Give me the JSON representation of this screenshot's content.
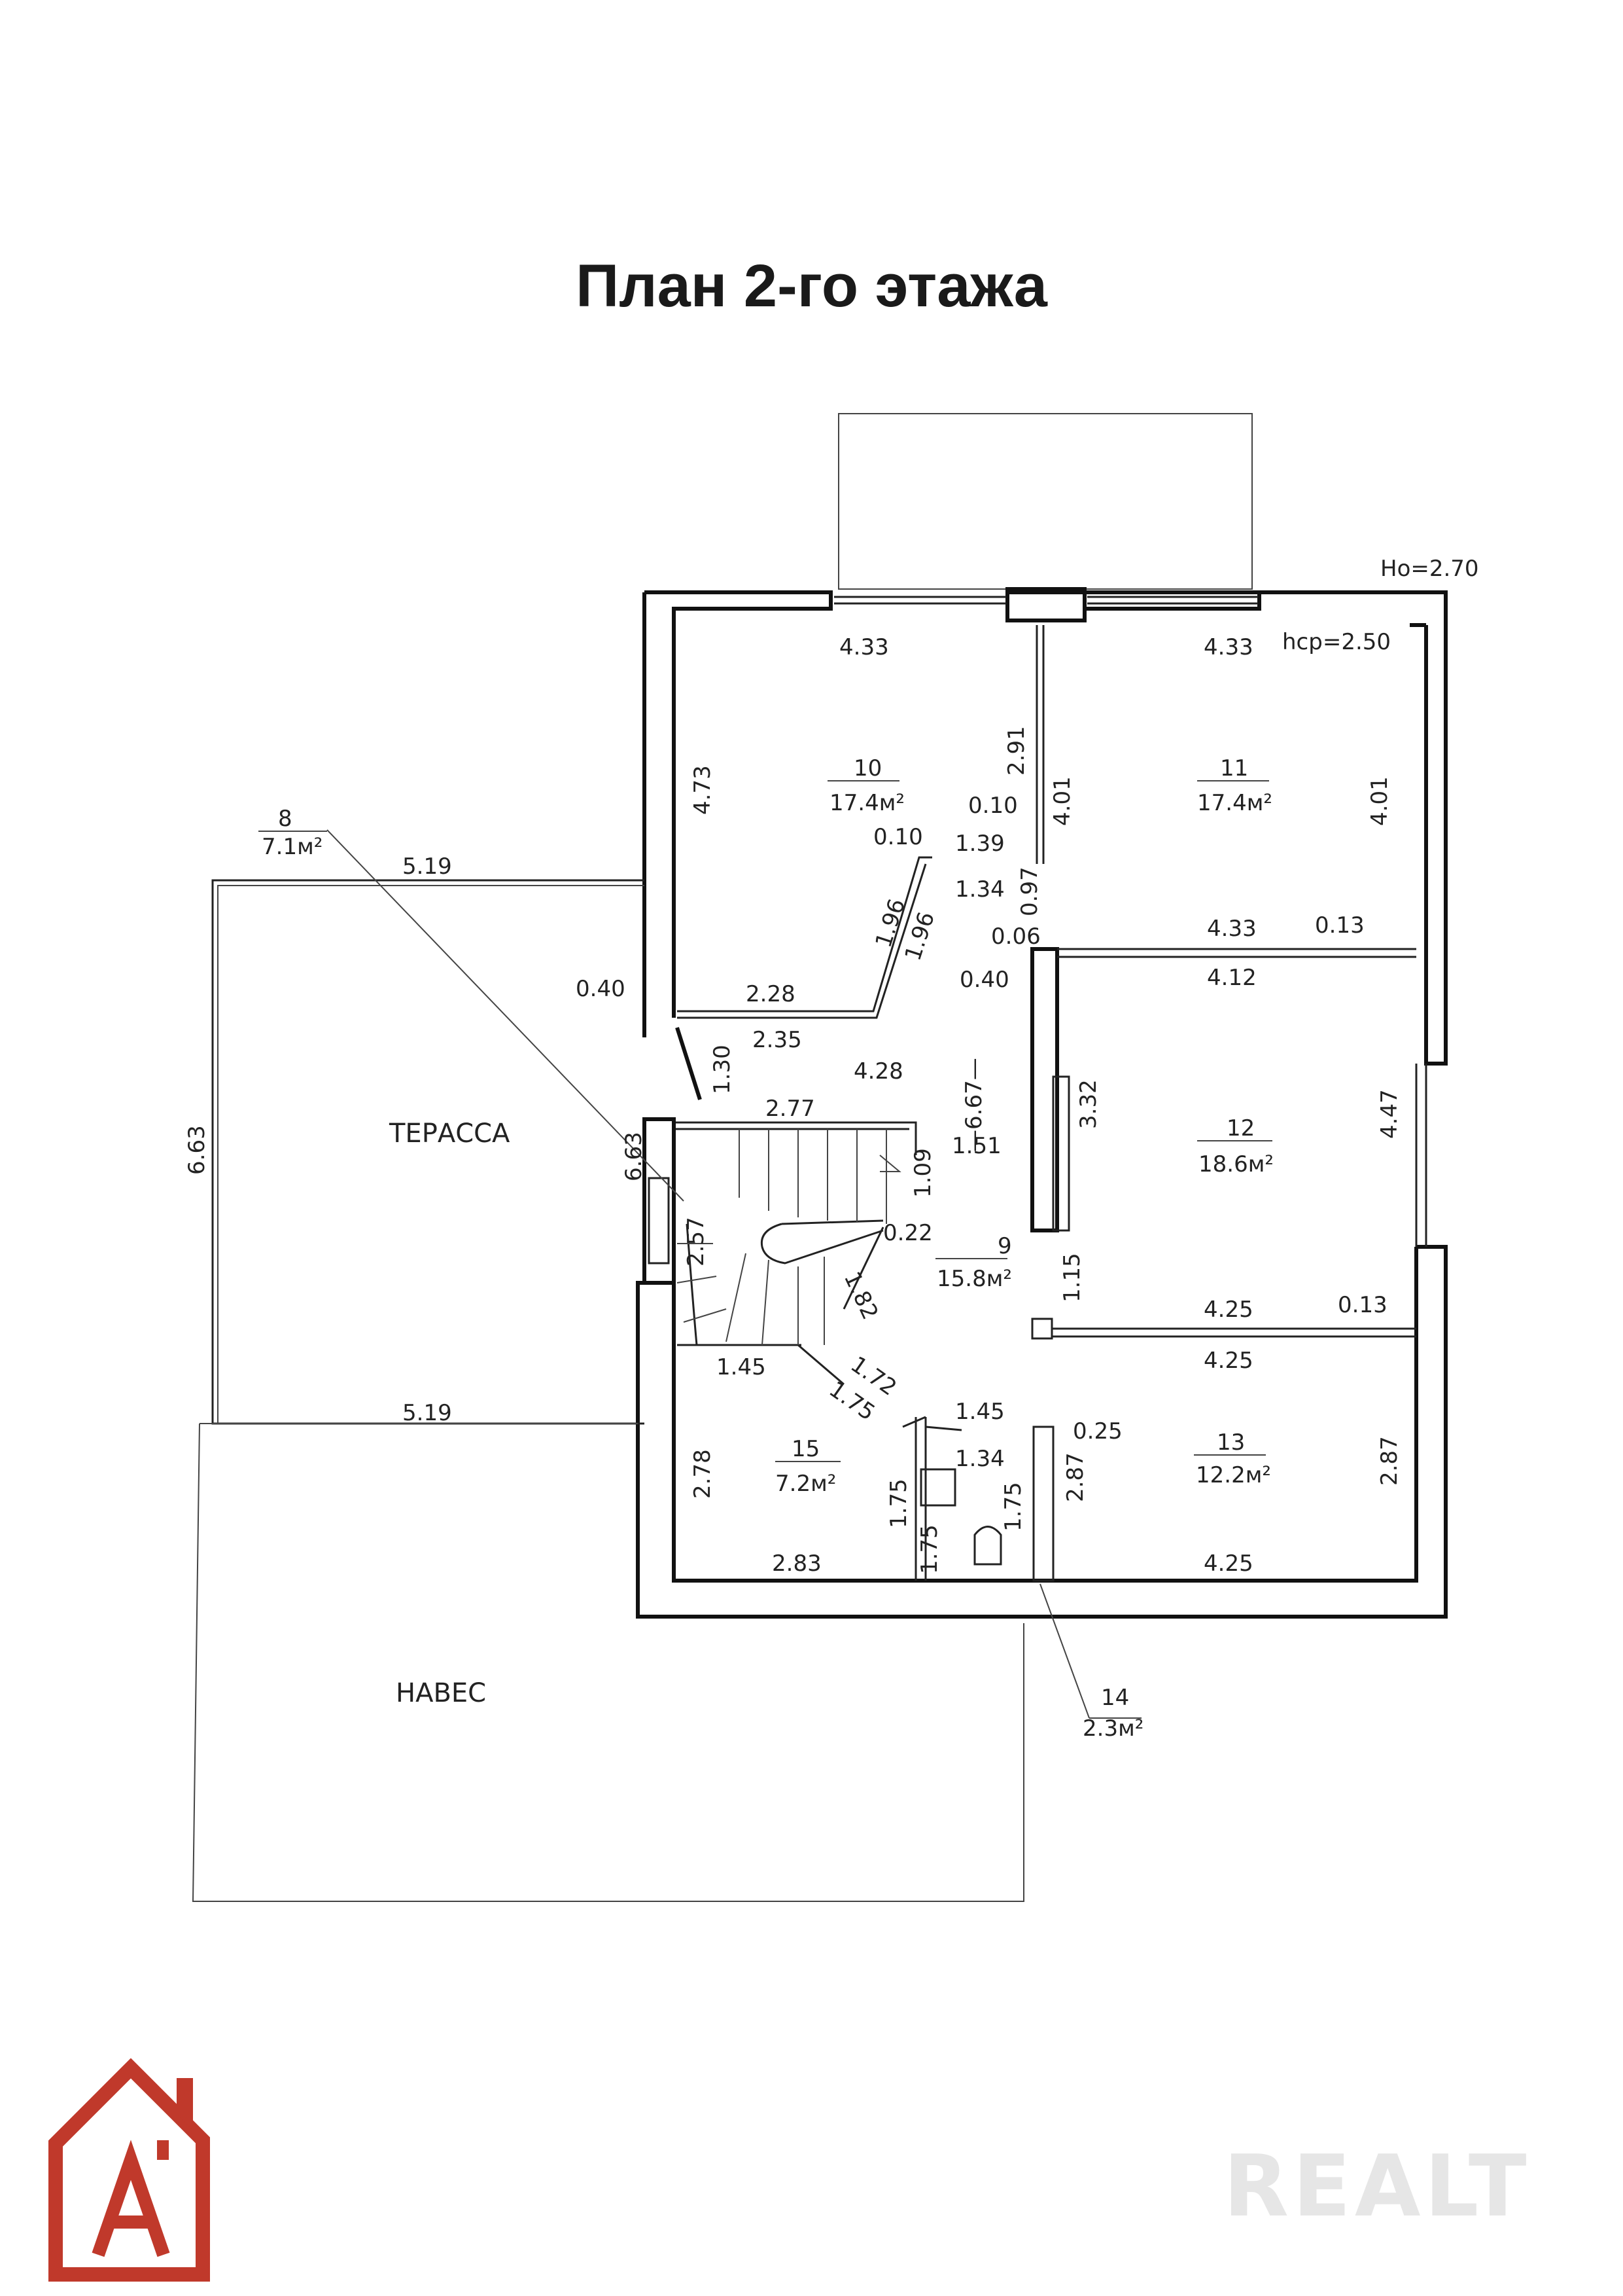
{
  "title": "План 2-го этажа",
  "heights": {
    "floor": "Hо=2.70",
    "avg": "hср=2.50"
  },
  "rooms": {
    "r8": {
      "number": "8",
      "area": "7.1м²"
    },
    "r9": {
      "number": "9",
      "area": "15.8м²"
    },
    "r10": {
      "number": "10",
      "area": "17.4м²"
    },
    "r11": {
      "number": "11",
      "area": "17.4м²"
    },
    "r12": {
      "number": "12",
      "area": "18.6м²"
    },
    "r13": {
      "number": "13",
      "area": "12.2м²"
    },
    "r14": {
      "number": "14",
      "area": "2.3м²"
    },
    "r15": {
      "number": "15",
      "area": "7.2м²"
    }
  },
  "labels": {
    "terrace": "ТЕРАССА",
    "canopy": "НАВЕС"
  },
  "dims": {
    "d433a": "4.33",
    "d433b": "4.33",
    "d473": "4.73",
    "d291": "2.91",
    "d010a": "0.10",
    "d401a": "4.01",
    "d401b": "4.01",
    "d010b": "0.10",
    "d139": "1.39",
    "d134a": "1.34",
    "d097": "0.97",
    "d006": "0.06",
    "d196a": "1.96",
    "d196b": "1.96",
    "d433c": "4.33",
    "d013a": "0.13",
    "d412": "4.12",
    "d040a": "0.40",
    "d040b": "0.40",
    "d228": "2.28",
    "d235": "2.35",
    "d428": "4.28",
    "d667": "—6.67—",
    "d130": "1.30",
    "d277": "2.77",
    "d332": "3.32",
    "d663a": "6.63",
    "d663b": "6.63",
    "d519a": "5.19",
    "d519b": "5.19",
    "d151": "1.51",
    "d109": "1.09",
    "d447": "4.47",
    "d257": "2.57",
    "d022": "0.22",
    "d182": "1.82",
    "d115": "1.15",
    "d425a": "4.25",
    "d013b": "0.13",
    "d425b": "4.25",
    "d145a": "1.45",
    "d172": "1.72",
    "d175a": "1.75",
    "d145b": "1.45",
    "d025": "0.25",
    "d134b": "1.34",
    "d278": "2.78",
    "d175b": "1.75",
    "d175c": "1.75",
    "d175d": "1.75",
    "d287a": "2.87",
    "d287b": "2.87",
    "d283": "2.83",
    "d425c": "4.25"
  },
  "logo_left": {
    "icon": "house-a-logo-icon",
    "color": "#c0392b"
  },
  "logo_right": {
    "text": "REALT",
    "color": "#e6e6e6"
  }
}
